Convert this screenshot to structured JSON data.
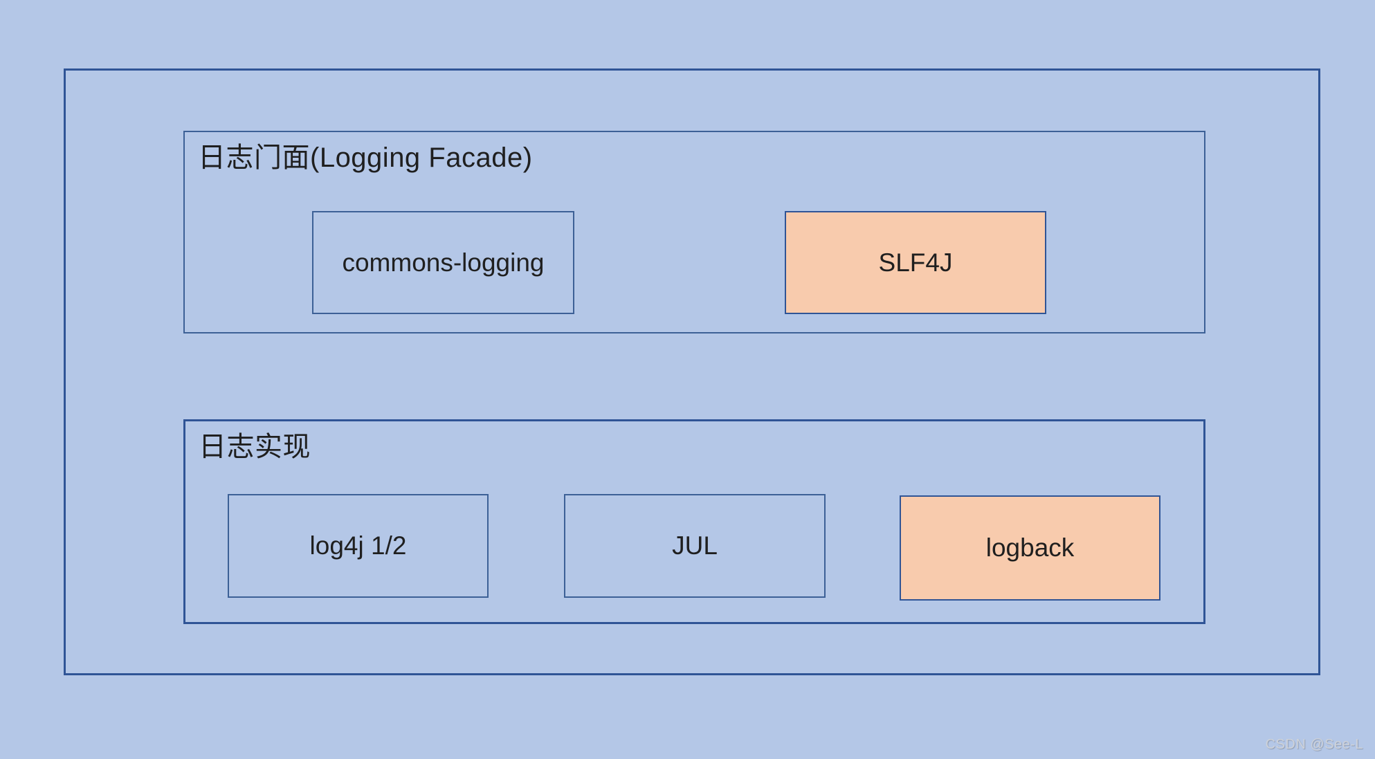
{
  "diagram": {
    "colors": {
      "background": "#b4c7e7",
      "accent_fill": "#f8cbad",
      "border_strong": "#2f5496",
      "border_light": "#3c6096",
      "text": "#1f1f1f",
      "watermark": "#ced2d9"
    },
    "facade_section": {
      "title": "日志门面(Logging Facade)",
      "items": [
        {
          "label": "commons-logging",
          "accent": false
        },
        {
          "label": "SLF4J",
          "accent": true
        }
      ]
    },
    "impl_section": {
      "title": "日志实现",
      "items": [
        {
          "label": "log4j 1/2",
          "accent": false
        },
        {
          "label": "JUL",
          "accent": false
        },
        {
          "label": "logback",
          "accent": true
        }
      ]
    },
    "watermark": "CSDN @See-L"
  }
}
